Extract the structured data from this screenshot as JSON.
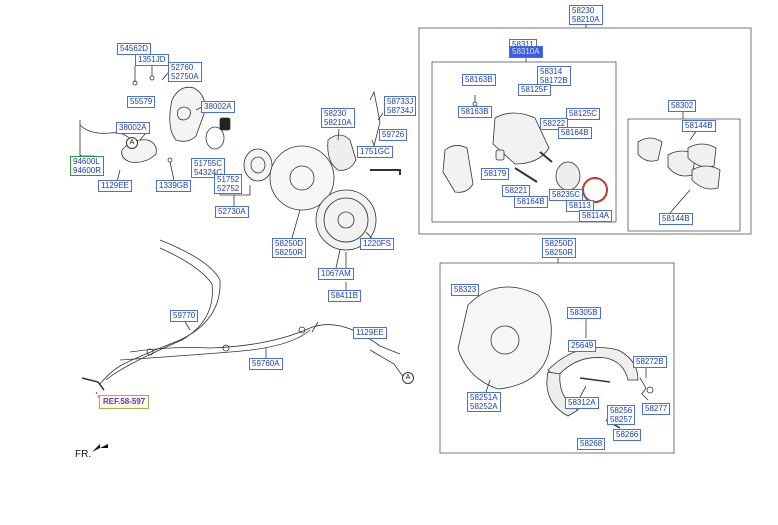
{
  "labels": {
    "p54562D": "54562D",
    "p1351JD": "1351JD",
    "p52760": "52760",
    "p52750A": "52750A",
    "p55579": "55579",
    "p38002A_a": "38002A",
    "p38002A_b": "38002A",
    "p94600L": "94600L",
    "p94600R": "94600R",
    "p1129EE_a": "1129EE",
    "p1339GB": "1339GB",
    "p51755C": "51755C",
    "p54324C": "54324C",
    "p51752": "51752",
    "p52752": "52752",
    "p52730A": "52730A",
    "p58230_top": "58230",
    "p58210A_top": "58210A",
    "p58230_mid": "58230",
    "p58210A_mid": "58210A",
    "p58733J": "58733J",
    "p58734J": "58734J",
    "p59726": "59726",
    "p1751GC": "1751GC",
    "p58250D_a": "58250D",
    "p58250R_a": "58250R",
    "p1220FS": "1220FS",
    "p1067AM": "1067AM",
    "p58411B": "58411B",
    "p58311": "58311",
    "p58310A": "58310A",
    "p58314": "58314",
    "p58172B": "58172B",
    "p58163B_a": "58163B",
    "p58125F": "58125F",
    "p58163B_b": "58163B",
    "p58125C": "58125C",
    "p58222": "58222",
    "p58164B_a": "58164B",
    "p58179": "58179",
    "p58221": "58221",
    "p58235C": "58235C",
    "p58164B_b": "58164B",
    "p58113": "58113",
    "p58114A": "58114A",
    "p58302": "58302",
    "p58144B_a": "58144B",
    "p58144B_b": "58144B",
    "p58250D_b": "58250D",
    "p58250R_b": "58250R",
    "p58323": "58323",
    "p58305B": "58305B",
    "p25649": "25649",
    "p58272B": "58272B",
    "p58251A": "58251A",
    "p58252A": "58252A",
    "p58312A": "58312A",
    "p58256": "58256",
    "p58257": "58257",
    "p58277": "58277",
    "p58266": "58266",
    "p58268": "58268",
    "p59770": "59770",
    "p59760A": "59760A",
    "p1129EE_b": "1129EE"
  },
  "ref_label": "REF.58-597",
  "fr_label": "FR.",
  "callout": "A"
}
